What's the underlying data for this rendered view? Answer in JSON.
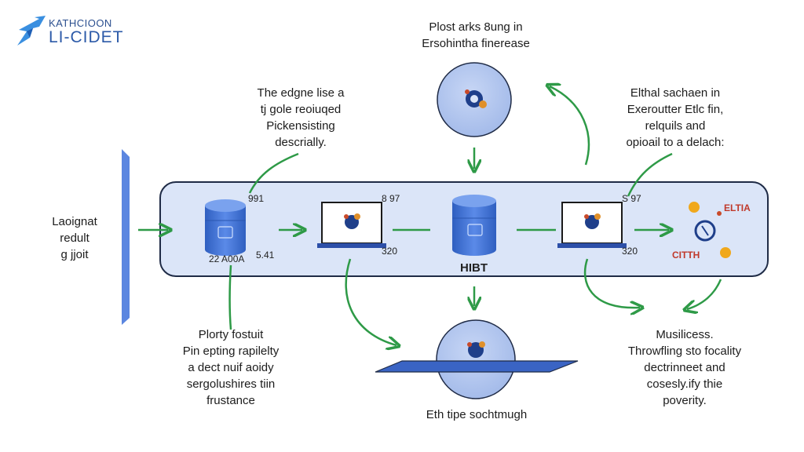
{
  "brand": {
    "small": "KATHCIOON",
    "big": "LI-CIDET"
  },
  "colors": {
    "pipeline_fill": "#dbe5f8",
    "pipeline_stroke": "#1f2b46",
    "arrow_green": "#2e9a47",
    "accent_blue": "#3f72d6",
    "circle_fill": "#aec3ee"
  },
  "top_title": [
    "Plost arks 8ung in",
    "Ersohintha finerease"
  ],
  "left_input": [
    "Laoignat",
    "redult",
    "g jjoit"
  ],
  "note_top_left": [
    "The edgne lise a",
    "tj gole reoiuqed",
    "Pickensisting",
    "descrially."
  ],
  "note_top_right": [
    "Elthal sachaen in",
    "Exeroutter Etlc fin,",
    "relquils and",
    "opioail to a delach:"
  ],
  "note_bottom_left": [
    "Plorty fostuit",
    "Pin epting rapilelty",
    "a dect nuif aoidy",
    "sergolushires tiin",
    "frustance"
  ],
  "note_bottom_right": [
    "Musilicess.",
    "Throwfling sto focality",
    "dectrinneet and",
    "cosesly.ify thie",
    "poverity."
  ],
  "bottom_caption": "Eth tipe sochtmugh",
  "pipeline": {
    "center_label": "HIBT",
    "db1_top": "991",
    "db1_bottom": "22 A00A",
    "db1_side": "5.41",
    "laptop1_top": "8 97",
    "laptop1_side": "320",
    "laptop2_top": "S 97",
    "laptop2_side": "320",
    "crypto_top": "ELTIA",
    "crypto_bottom": "CITTH"
  }
}
